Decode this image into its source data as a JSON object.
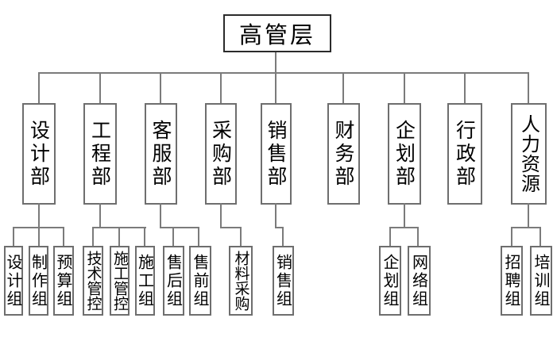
{
  "org": {
    "root": {
      "label": "高管层"
    },
    "departments": [
      {
        "label": "设计部",
        "teams": [
          {
            "label": "设计组"
          },
          {
            "label": "制作组"
          },
          {
            "label": "预算组"
          }
        ]
      },
      {
        "label": "工程部",
        "teams": [
          {
            "label": "技术管控"
          },
          {
            "label": "施工管控"
          },
          {
            "label": "施工组"
          }
        ]
      },
      {
        "label": "客服部",
        "teams": [
          {
            "label": "售后组"
          },
          {
            "label": "售前组"
          }
        ]
      },
      {
        "label": "采购部",
        "teams": [
          {
            "label": "材料采购"
          }
        ]
      },
      {
        "label": "销售部",
        "teams": [
          {
            "label": "销售组"
          }
        ]
      },
      {
        "label": "财务部",
        "teams": []
      },
      {
        "label": "企划部",
        "teams": [
          {
            "label": "企划组"
          },
          {
            "label": "网络组"
          }
        ]
      },
      {
        "label": "行政部",
        "teams": []
      },
      {
        "label": "人力资源",
        "teams": [
          {
            "label": "招聘组"
          },
          {
            "label": "培训组"
          }
        ]
      }
    ],
    "colors": {
      "background": "#ffffff",
      "line": "#7b7b7b",
      "box_border": "#6e6e6e",
      "root_border": "#2b2b2b",
      "text": "#000000"
    }
  }
}
